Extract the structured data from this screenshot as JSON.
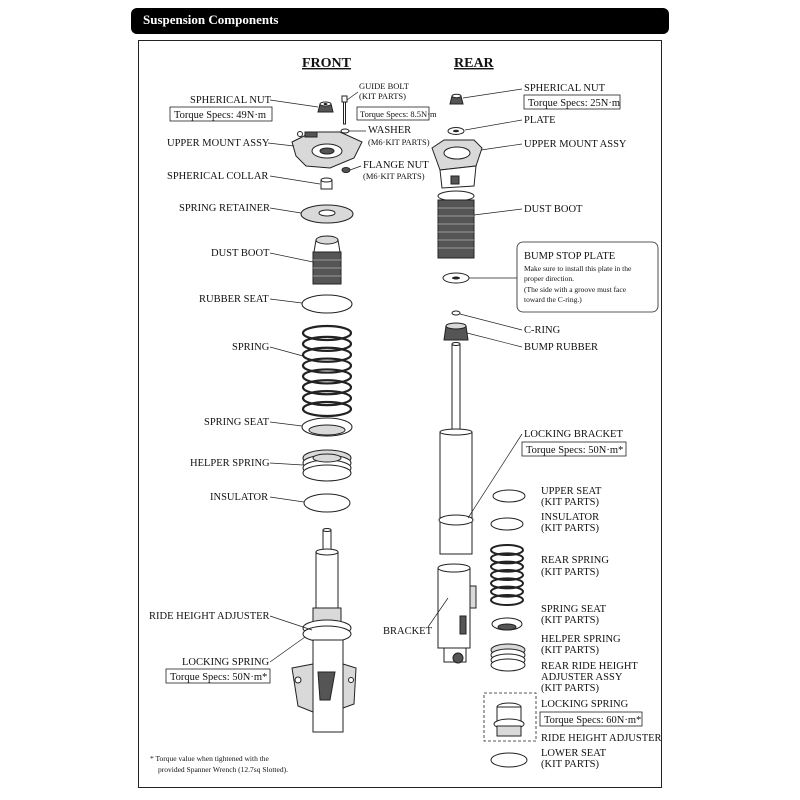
{
  "header": {
    "title": "Suspension Components"
  },
  "headings": {
    "front": "FRONT",
    "rear": "REAR"
  },
  "front": {
    "spherical_nut": "SPHERICAL NUT",
    "spherical_nut_torque": "Torque Specs: 49N·m",
    "guide_bolt": "GUIDE BOLT",
    "guide_bolt_kit": "(KIT PARTS)",
    "guide_bolt_torque": "Torque Specs: 8.5N·m",
    "washer": "WASHER",
    "washer_kit": "(M6·KIT PARTS)",
    "upper_mount": "UPPER MOUNT ASSY",
    "flange_nut": "FLANGE NUT",
    "flange_nut_kit": "(M6·KIT PARTS)",
    "spherical_collar": "SPHERICAL COLLAR",
    "spring_retainer": "SPRING RETAINER",
    "dust_boot": "DUST BOOT",
    "rubber_seat": "RUBBER SEAT",
    "spring": "SPRING",
    "spring_seat": "SPRING SEAT",
    "helper_spring": "HELPER SPRING",
    "insulator": "INSULATOR",
    "ride_height_adjuster": "RIDE HEIGHT ADJUSTER",
    "locking_spring": "LOCKING SPRING",
    "locking_spring_torque": "Torque Specs: 50N·m*"
  },
  "rear": {
    "spherical_nut": "SPHERICAL NUT",
    "spherical_nut_torque": "Torque Specs: 25N·m",
    "plate": "PLATE",
    "upper_mount": "UPPER MOUNT ASSY",
    "dust_boot": "DUST BOOT",
    "bump_stop_title": "BUMP STOP PLATE",
    "bump_stop_note_1": "Make sure to install this plate in the",
    "bump_stop_note_2": "proper direction.",
    "bump_stop_note_3": "(The side with a groove must face",
    "bump_stop_note_4": "toward the C-ring.)",
    "c_ring": "C-RING",
    "bump_rubber": "BUMP RUBBER",
    "locking_bracket": "LOCKING BRACKET",
    "locking_bracket_torque": "Torque Specs: 50N·m*",
    "upper_seat": "UPPER SEAT",
    "upper_seat_kit": "(KIT PARTS)",
    "insulator": "INSULATOR",
    "insulator_kit": "(KIT PARTS)",
    "rear_spring": "REAR SPRING",
    "rear_spring_kit": "(KIT PARTS)",
    "bracket": "BRACKET",
    "spring_seat": "SPRING SEAT",
    "spring_seat_kit": "(KIT PARTS)",
    "helper_spring": "HELPER SPRING",
    "helper_spring_kit": "(KIT PARTS)",
    "rear_adjuster_1": "REAR RIDE HEIGHT",
    "rear_adjuster_2": "ADJUSTER ASSY",
    "rear_adjuster_kit": "(KIT PARTS)",
    "locking_spring": "LOCKING SPRING",
    "locking_spring_torque": "Torque Specs: 60N·m*",
    "ride_height_adjuster": "RIDE HEIGHT ADJUSTER",
    "lower_seat": "LOWER SEAT",
    "lower_seat_kit": "(KIT PARTS)"
  },
  "footnote": {
    "line1": "* Torque value when tightened with the",
    "line2": "provided Spanner Wrench (12.7sq Slotted)."
  }
}
